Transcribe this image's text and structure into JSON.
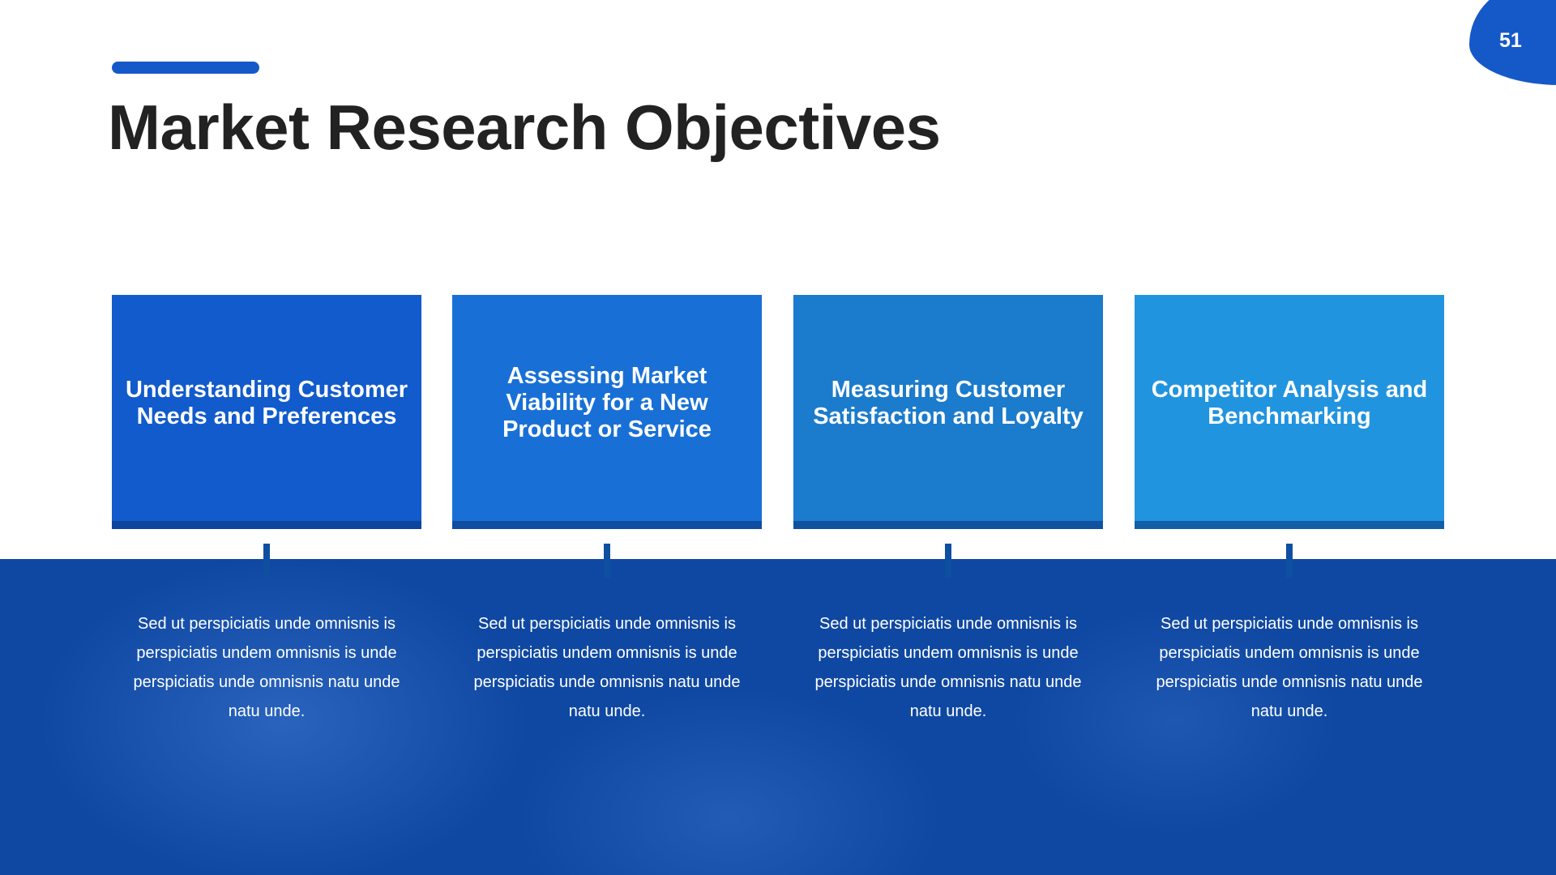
{
  "slide": {
    "title": "Market Research Objectives",
    "page_number": "51"
  },
  "colors": {
    "accent": "#1559c9",
    "band": "#0f48a2"
  },
  "cards": [
    {
      "title": "Understanding Customer Needs and Preferences",
      "color": "#115bcc",
      "text": "Sed ut perspiciatis unde omnisnis is perspiciatis undem omnisnis is unde perspiciatis unde omnisnis natu unde natu unde."
    },
    {
      "title": "Assessing Market Viability for a New Product or Service",
      "color": "#1870d6",
      "text": "Sed ut perspiciatis unde omnisnis is perspiciatis undem omnisnis is unde perspiciatis unde omnisnis natu unde natu unde."
    },
    {
      "title": "Measuring Customer Satisfaction and Loyalty",
      "color": "#1b7bcc",
      "text": "Sed ut perspiciatis unde omnisnis is perspiciatis undem omnisnis is unde perspiciatis unde omnisnis natu unde natu unde."
    },
    {
      "title": "Competitor Analysis and Benchmarking",
      "color": "#2194e0",
      "text": "Sed ut perspiciatis unde omnisnis is perspiciatis undem omnisnis is unde perspiciatis unde omnisnis natu unde natu unde."
    }
  ]
}
